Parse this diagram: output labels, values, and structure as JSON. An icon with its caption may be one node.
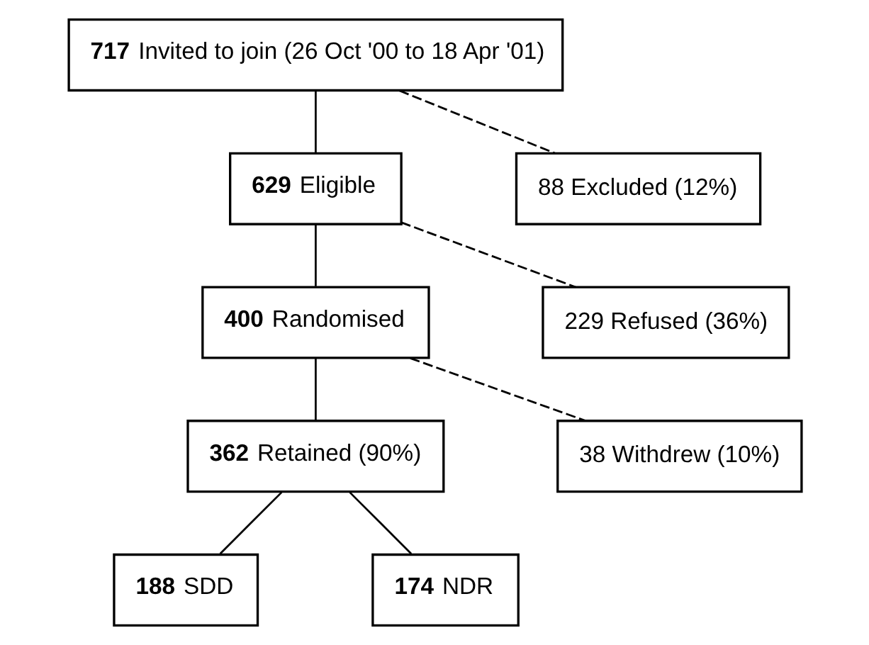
{
  "diagram": {
    "nodes": [
      {
        "text": [
          "**717** Invited to join (26 Oct '00 to 18 Apr '01)"
        ]
      },
      {
        "text": [
          "88 Excluded (12%)"
        ]
      },
      {
        "text": [
          "**629** Eligible"
        ]
      },
      {
        "text": [
          "229 Refused (36%)"
        ]
      },
      {
        "text": [
          "**400** Randomised"
        ]
      },
      {
        "text": [
          "38 Withdrew (10%)"
        ]
      },
      {
        "text": [
          "**362** Retained (90%)"
        ]
      },
      {
        "text": [
          "**188** SDD"
        ]
      },
      {
        "text": [
          "**174** NDR"
        ]
      }
    ],
    "edges": [
      {
        "from": 0,
        "to": 2,
        "arrow": "none"
      },
      {
        "from": 0,
        "to": 1,
        "arrow": "none",
        "style": "dashed"
      },
      {
        "from": 2,
        "to": 4,
        "arrow": "none"
      },
      {
        "from": 2,
        "to": 3,
        "arrow": "none",
        "style": "dashed"
      },
      {
        "from": 4,
        "to": 6,
        "arrow": "none"
      },
      {
        "from": 4,
        "to": 5,
        "arrow": "none",
        "style": "dashed"
      },
      {
        "from": 6,
        "to": 7,
        "arrow": "none"
      },
      {
        "from": 6,
        "to": 8,
        "arrow": "none"
      }
    ]
  }
}
